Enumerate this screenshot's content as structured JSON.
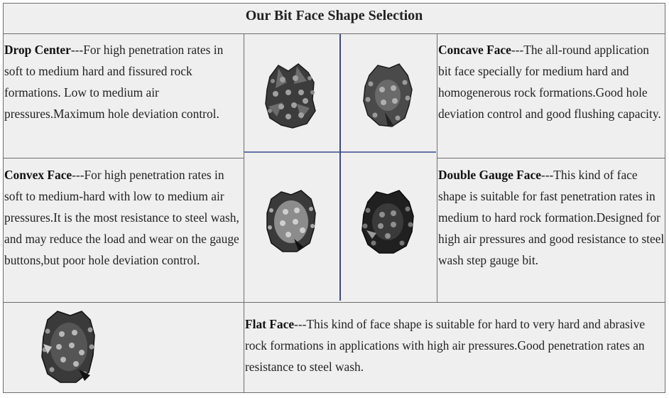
{
  "title": "Our Bit Face Shape Selection",
  "cells": {
    "drop_center": {
      "name": "Drop Center",
      "desc": "---For high penetration rates in soft to medium hard and fissured rock formations. Low to medium air pressures.Maximum hole deviation control."
    },
    "concave_face": {
      "name": "Concave Face",
      "desc": "---The all-round application bit face specially for medium hard and homogenerous rock formations.Good hole deviation control and good flushing capacity."
    },
    "convex_face": {
      "name": "Convex Face",
      "desc": "---For high penetration rates in soft to medium-hard with low to medium air pressures.It is the most resistance to steel wash, and may reduce the load and wear on the gauge buttons,but poor hole deviation control."
    },
    "double_gauge_face": {
      "name": "Double Gauge Face",
      "desc": "---This kind of face shape is suitable for fast penetration rates in medium to hard rock formation.Designed for high air pressures and good resistance to steel wash step gauge bit."
    },
    "flat_face": {
      "name": "Flat Face",
      "desc": "---This kind of face shape is suitable for hard to very hard and abrasive rock formations in applications with high air pressures.Good penetration rates an resistance to steel wash."
    }
  },
  "colors": {
    "table_bg": "#efefef",
    "border": "#6e6e6e",
    "divider": "#3a4a8c",
    "bit_body": "#3c3c3c",
    "carbide": "#9a9a9a"
  },
  "icons": [
    "drop-center-bit-icon",
    "concave-face-bit-icon",
    "convex-face-bit-icon",
    "double-gauge-bit-icon",
    "flat-face-bit-icon"
  ]
}
